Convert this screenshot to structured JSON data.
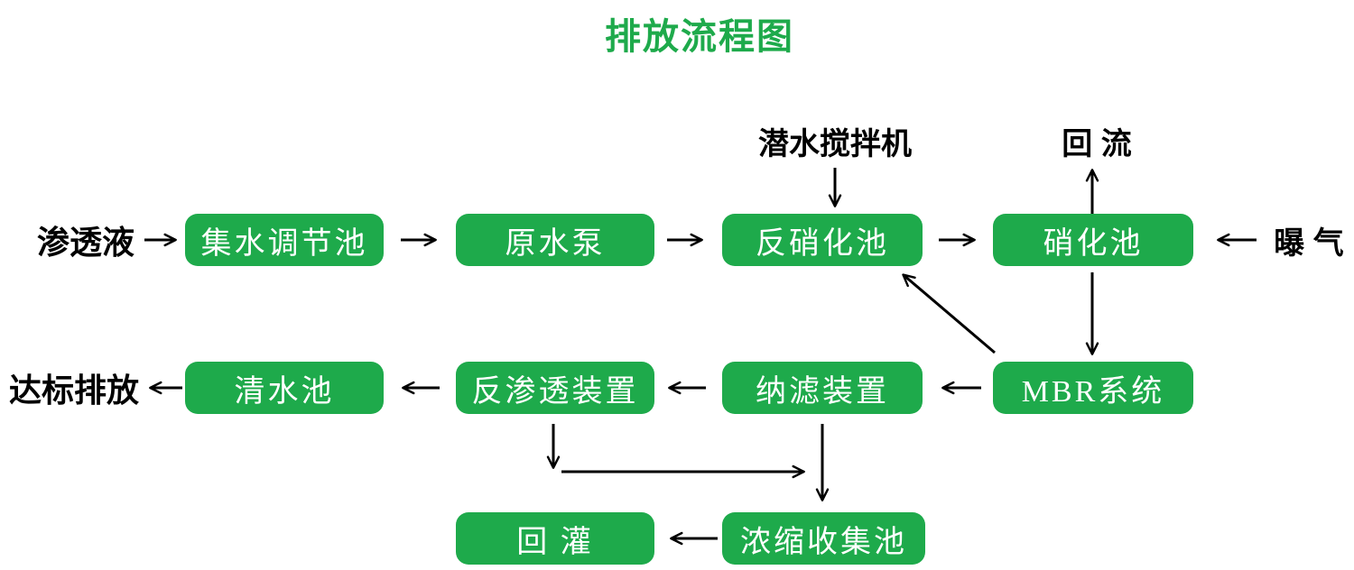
{
  "title": "排放流程图",
  "colors": {
    "accent_green": "#1EAA4B",
    "box_text": "#ffffff",
    "line": "#000000"
  },
  "nodes": {
    "collecting_tank": "集水调节池",
    "raw_water_pump": "原水泵",
    "denitrification_tank": "反硝化池",
    "nitrification_tank": "硝化池",
    "clear_water_tank": "清水池",
    "reverse_osmosis_unit": "反渗透装置",
    "nanofiltration_unit": "纳滤装置",
    "mbr_system": "MBR系统",
    "reinjection": "回 灌",
    "concentrate_collection_tank": "浓缩收集池"
  },
  "labels": {
    "leachate": "渗透液",
    "compliant_discharge": "达标排放",
    "submersible_mixer": "潜水搅拌机",
    "reflux": "回 流",
    "aeration": "曝 气"
  }
}
